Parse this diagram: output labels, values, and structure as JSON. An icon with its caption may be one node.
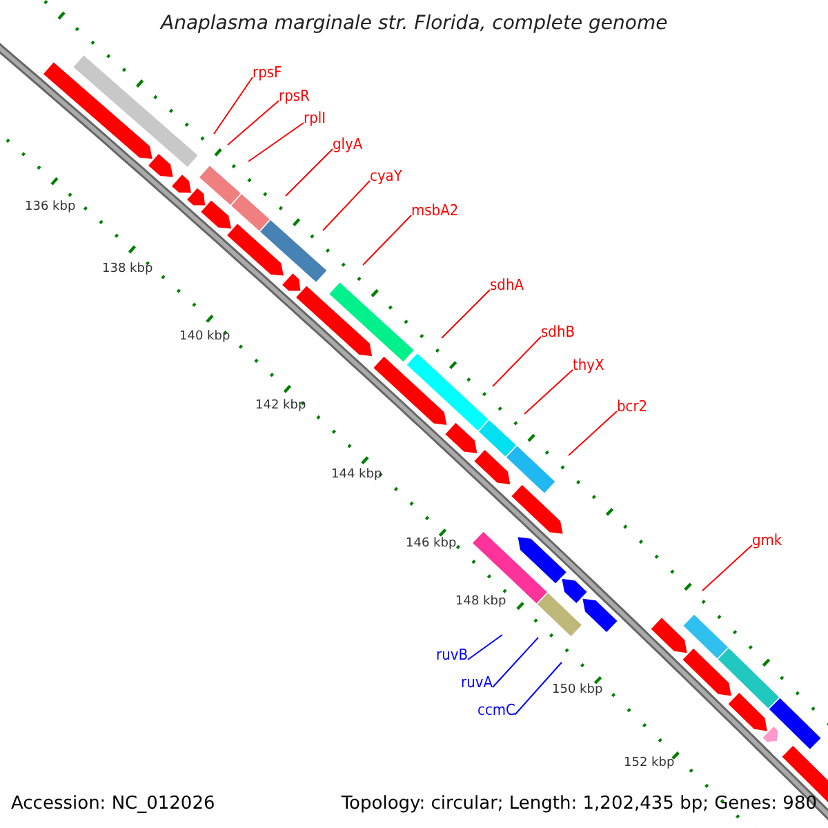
{
  "diagram": {
    "title": "Anaplasma marginale str. Florida, complete genome",
    "nodes": [
      {
        "text": [
          "rpsF"
        ]
      },
      {
        "text": [
          "rpsR"
        ]
      },
      {
        "text": [
          "rplI"
        ]
      },
      {
        "text": [
          "glyA"
        ]
      },
      {
        "text": [
          "cyaY"
        ]
      },
      {
        "text": [
          "msbA2"
        ]
      },
      {
        "text": [
          "sdhA"
        ]
      },
      {
        "text": [
          "sdhB"
        ]
      },
      {
        "text": [
          "thyX"
        ]
      },
      {
        "text": [
          "bcr2"
        ]
      },
      {
        "text": [
          "gmk"
        ]
      },
      {
        "text": [
          "ruvB"
        ]
      },
      {
        "text": [
          "ruvA"
        ]
      },
      {
        "text": [
          "ccmC"
        ]
      }
    ],
    "edges": [
      {
        "from": 0,
        "to": null,
        "arrow": "none"
      },
      {
        "from": 1,
        "to": null,
        "arrow": "none"
      },
      {
        "from": 2,
        "to": null,
        "arrow": "none"
      },
      {
        "from": 3,
        "to": null,
        "arrow": "none"
      },
      {
        "from": 4,
        "to": null,
        "arrow": "none"
      },
      {
        "from": 5,
        "to": null,
        "arrow": "none"
      },
      {
        "from": 6,
        "to": null,
        "arrow": "none"
      },
      {
        "from": 7,
        "to": null,
        "arrow": "none"
      },
      {
        "from": 8,
        "to": null,
        "arrow": "none"
      },
      {
        "from": 9,
        "to": null,
        "arrow": "none"
      },
      {
        "from": 10,
        "to": null,
        "arrow": "none"
      },
      {
        "from": 11,
        "to": null,
        "arrow": "none",
        "color": "#0000ff"
      },
      {
        "from": 12,
        "to": null,
        "arrow": "none",
        "color": "#0000ff"
      },
      {
        "from": 13,
        "to": null,
        "arrow": "none",
        "color": "#0000ff"
      }
    ],
    "labels": [
      "136 kbp",
      "138 kbp",
      "140 kbp",
      "142 kbp",
      "144 kbp",
      "146 kbp",
      "148 kbp",
      "150 kbp",
      "152 kbp",
      "Accession: NC_012026",
      "Topology: circular; Length: 1,202,435 bp; Genes: 980"
    ]
  }
}
